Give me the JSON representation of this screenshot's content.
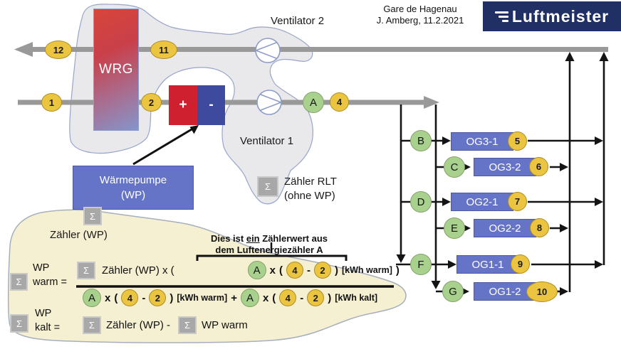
{
  "header": {
    "project": "Gare de Hagenau",
    "author_date": "J. Amberg, 11.2.2021",
    "logo_text": "Luftmeister"
  },
  "nodes": {
    "wrg": "WRG",
    "plus": "+",
    "minus": "-",
    "heat_pump_line1": "Wärmepumpe",
    "heat_pump_line2": "(WP)",
    "ventilator1": "Ventilator 1",
    "ventilator2": "Ventilator 2",
    "zaehler_wp": "Zähler (WP)",
    "zaehler_rlt_line1": "Zähler RLT",
    "zaehler_rlt_line2": "(ohne WP)",
    "sigma": "Σ"
  },
  "meters": {
    "m1": "1",
    "m2": "2",
    "m4": "4",
    "m11": "11",
    "m12": "12",
    "a": "A"
  },
  "zones": [
    {
      "letter": "B",
      "name": "OG3-1",
      "meter": "5"
    },
    {
      "letter": "C",
      "name": "OG3-2",
      "meter": "6"
    },
    {
      "letter": "D",
      "name": "OG2-1",
      "meter": "7"
    },
    {
      "letter": "E",
      "name": "OG2-2",
      "meter": "8"
    },
    {
      "letter": "F",
      "name": "OG1-1",
      "meter": "9"
    },
    {
      "letter": "G",
      "name": "OG1-2",
      "meter": "10"
    }
  ],
  "annotation": {
    "line1_pre": "Dies ist ",
    "line1_u": "ein",
    "line1_post": " Zählerwert aus",
    "line2": "dem Luftenergiezähler A"
  },
  "formula": {
    "warm_label_line1": "WP",
    "warm_label_line2": "warm =",
    "kalt_label_line1": "WP",
    "kalt_label_line2": "kalt =",
    "num_prefix": "Zähler (WP) x (",
    "a": "A",
    "x": "x",
    "open": "(",
    "sub": "-",
    "m4": "4",
    "m2": "2",
    "close": ")",
    "kwh_warm": "[kWh warm]",
    "kwh_kalt": "[kWh kalt]",
    "num_close": ")",
    "plus": "+",
    "kalt_minuend": "Zähler (WP) -",
    "kalt_subtrahend": "WP warm"
  },
  "colors": {
    "accent_blue": "#6674c8",
    "badge_yellow": "#ebc440",
    "circle_green": "#a9d18e",
    "duct_gray": "#999999",
    "logo_navy": "#203065",
    "plus_red": "#cf2030",
    "minus_blue": "#3d4a9d",
    "blob_gray": "#e9e9ec",
    "formula_beige": "#f6f0d2"
  }
}
